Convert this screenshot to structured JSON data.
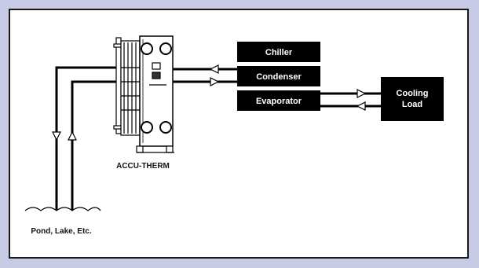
{
  "diagram": {
    "exchanger_label": "ACCU-THERM",
    "source_label": "Pond, Lake, Etc.",
    "boxes": {
      "chiller": "Chiller",
      "condenser": "Condenser",
      "evaporator": "Evaporator",
      "cooling_load_line1": "Cooling",
      "cooling_load_line2": "Load"
    },
    "colors": {
      "background": "#c8cbe6",
      "panel": "#ffffff",
      "box_fill": "#000000",
      "line": "#000000"
    }
  }
}
